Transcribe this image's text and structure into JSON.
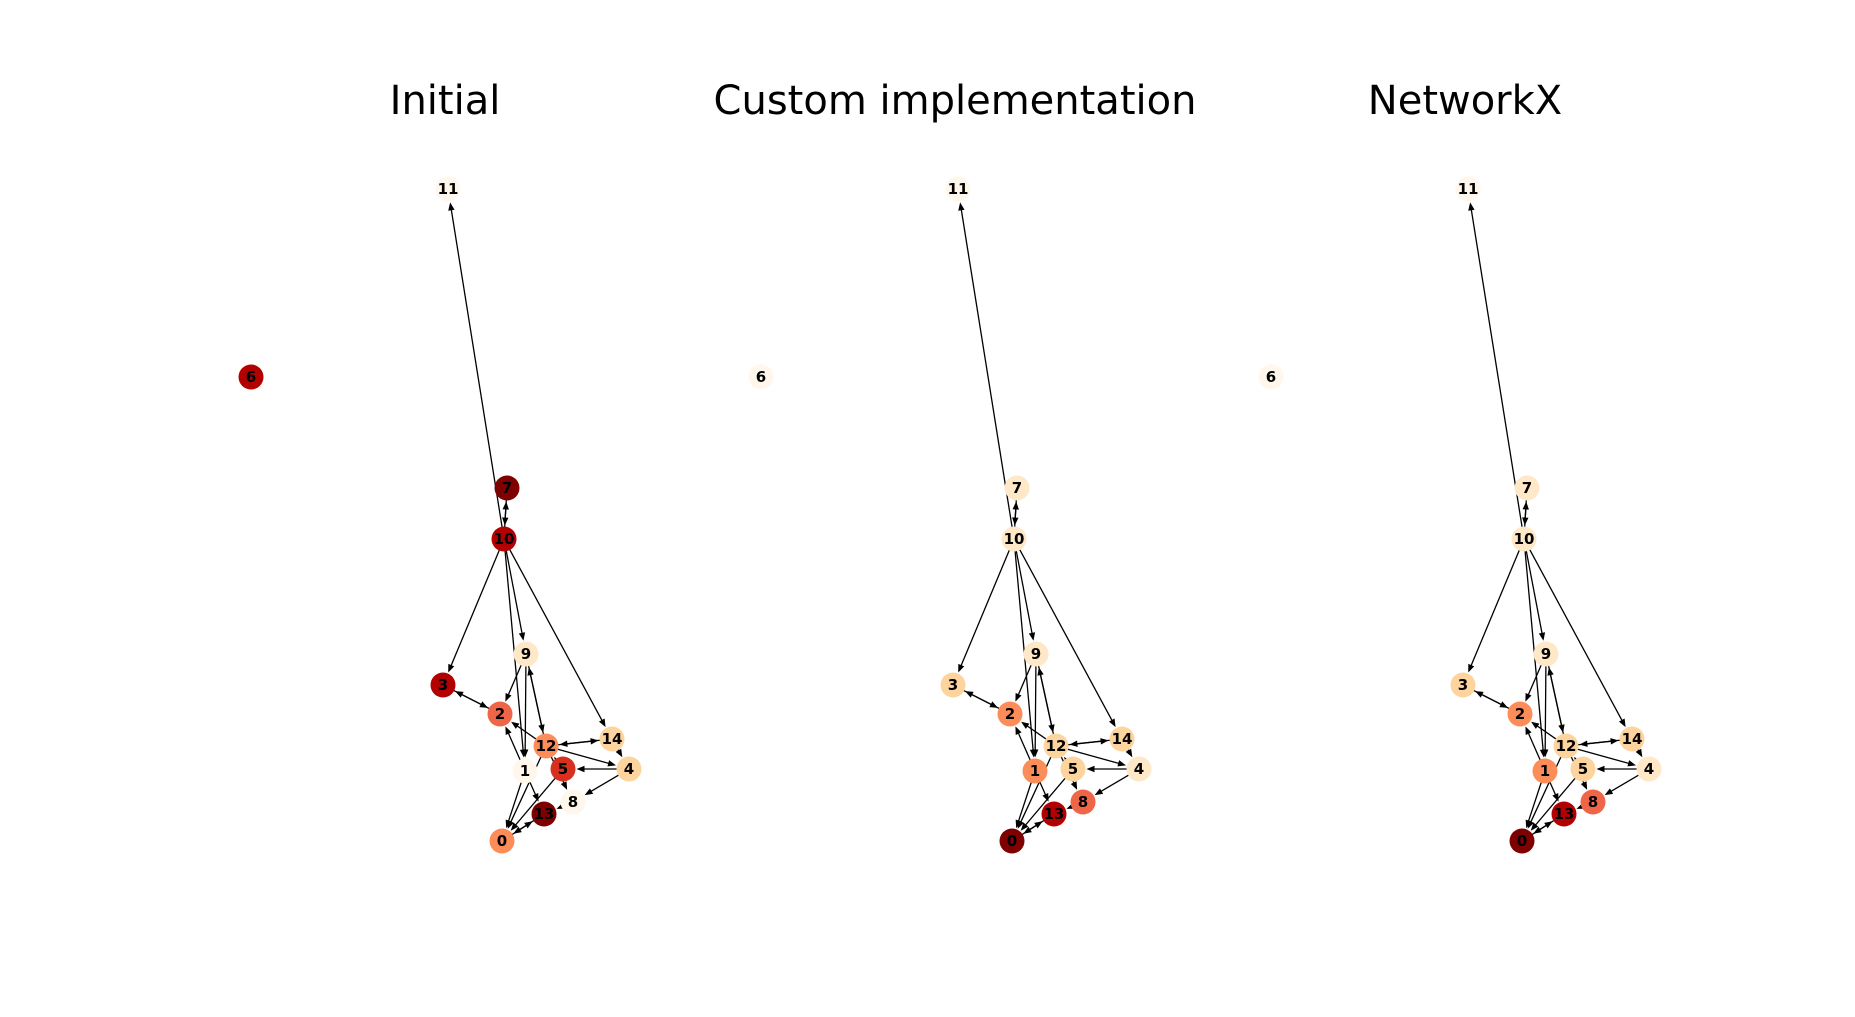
{
  "figure": {
    "colors": {
      "scale": [
        "#fff7ec",
        "#fee8c8",
        "#fdd49e",
        "#fdbb84",
        "#fc8d59",
        "#ef6548",
        "#d7301f",
        "#b30000",
        "#7f0000"
      ],
      "edge": "#000000",
      "background": "#ffffff"
    },
    "nodes": [
      "0",
      "1",
      "2",
      "3",
      "4",
      "5",
      "6",
      "7",
      "8",
      "9",
      "10",
      "11",
      "12",
      "13",
      "14"
    ],
    "edges": [
      [
        "10",
        "11"
      ],
      [
        "10",
        "7"
      ],
      [
        "7",
        "10"
      ],
      [
        "10",
        "3"
      ],
      [
        "10",
        "14"
      ],
      [
        "10",
        "1"
      ],
      [
        "10",
        "9"
      ],
      [
        "3",
        "2"
      ],
      [
        "2",
        "3"
      ],
      [
        "9",
        "2"
      ],
      [
        "9",
        "1"
      ],
      [
        "9",
        "12"
      ],
      [
        "12",
        "9"
      ],
      [
        "12",
        "2"
      ],
      [
        "1",
        "2"
      ],
      [
        "12",
        "14"
      ],
      [
        "14",
        "12"
      ],
      [
        "12",
        "4"
      ],
      [
        "14",
        "4"
      ],
      [
        "4",
        "5"
      ],
      [
        "4",
        "8"
      ],
      [
        "12",
        "8"
      ],
      [
        "1",
        "0"
      ],
      [
        "5",
        "0"
      ],
      [
        "13",
        "0"
      ],
      [
        "0",
        "13"
      ],
      [
        "8",
        "13"
      ],
      [
        "12",
        "0"
      ],
      [
        "1",
        "13"
      ],
      [
        "5",
        "12"
      ]
    ],
    "panels": [
      {
        "title": "Initial",
        "node_levels": {
          "0": 4,
          "1": 0,
          "2": 5,
          "3": 7,
          "4": 2,
          "5": 6,
          "6": 7,
          "7": 8,
          "8": 0,
          "9": 1,
          "10": 7,
          "11": 0,
          "12": 4,
          "13": 8,
          "14": 2
        }
      },
      {
        "title": "Custom implementation",
        "node_levels": {
          "0": 8,
          "1": 4,
          "2": 4,
          "3": 2,
          "4": 1,
          "5": 2,
          "6": 0,
          "7": 1,
          "8": 5,
          "9": 1,
          "10": 1,
          "11": 0,
          "12": 2,
          "13": 7,
          "14": 2
        }
      },
      {
        "title": "NetworkX",
        "node_levels": {
          "0": 8,
          "1": 4,
          "2": 4,
          "3": 2,
          "4": 1,
          "5": 2,
          "6": 0,
          "7": 1,
          "8": 5,
          "9": 1,
          "10": 1,
          "11": 0,
          "12": 2,
          "13": 7,
          "14": 2
        }
      }
    ]
  }
}
